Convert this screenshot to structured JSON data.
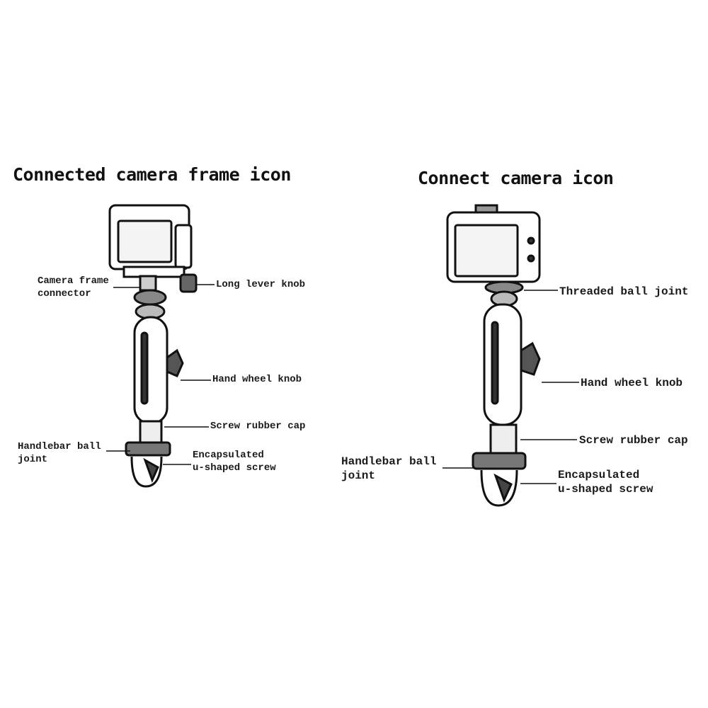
{
  "left": {
    "title": "Connected camera frame icon",
    "labels": {
      "camera_frame_connector_1": "Camera frame",
      "camera_frame_connector_2": "connector",
      "long_lever_knob": "Long lever knob",
      "hand_wheel_knob": "Hand wheel knob",
      "screw_rubber_cap": "Screw rubber cap",
      "handlebar_ball_joint_1": "Handlebar ball",
      "handlebar_ball_joint_2": "joint",
      "u_screw_1": "Encapsulated",
      "u_screw_2": "u-shaped screw"
    }
  },
  "right": {
    "title": "Connect camera icon",
    "labels": {
      "threaded_ball_joint": "Threaded ball joint",
      "hand_wheel_knob": "Hand wheel knob",
      "screw_rubber_cap": "Screw rubber cap",
      "handlebar_ball_joint_1": "Handlebar ball",
      "handlebar_ball_joint_2": "joint",
      "u_screw_1": "Encapsulated",
      "u_screw_2": "u-shaped screw"
    }
  }
}
